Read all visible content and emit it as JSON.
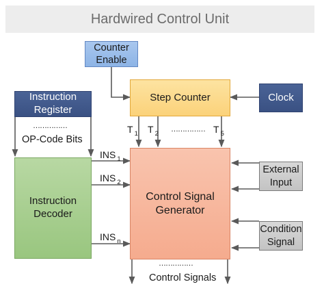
{
  "title": "Hardwired Control Unit",
  "boxes": {
    "counter_enable": "Counter\nEnable",
    "step_counter": "Step Counter",
    "clock": "Clock",
    "instruction_register": "Instruction\nRegister",
    "instruction_decoder": "Instruction\nDecoder",
    "control_signal_generator": "Control Signal\nGenerator",
    "external_input": "External\nInput",
    "condition_signal": "Condition\nSignal"
  },
  "labels": {
    "opcode_bits": "OP-Code Bits",
    "ins1": "INS",
    "ins1_sub": "1",
    "ins2": "INS",
    "ins2_sub": "2",
    "insn": "INS",
    "insn_sub": "n",
    "t1": "T",
    "t1_sub": "1",
    "t2": "T",
    "t2_sub": "2",
    "t5": "T",
    "t5_sub": "5",
    "control_signals": "Control Signals",
    "dots": "……………",
    "dots_short": "………"
  },
  "colors": {
    "counter_enable": "#9dbfea",
    "instruction_register": "#42598b",
    "step_counter": "#fcd98a",
    "instruction_decoder": "#a9cf91",
    "control_signal_generator": "#f7b89e",
    "input_boxes": "#cdcdcd",
    "wires": "#5a5a5a"
  }
}
